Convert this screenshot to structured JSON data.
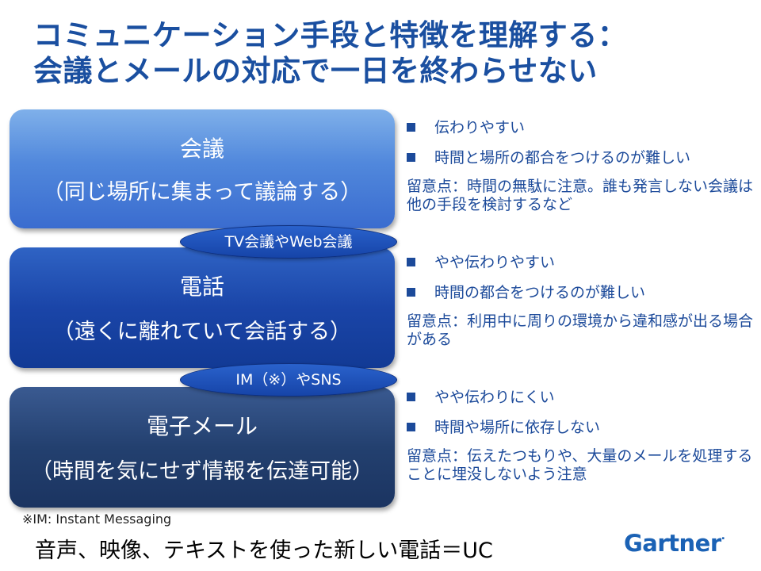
{
  "title": {
    "line1": "コミュニケーション手段と特徴を理解する：",
    "line2": "会議とメールの対応で一日を終わらせない"
  },
  "methods": [
    {
      "name": "会議",
      "desc": "（同じ場所に集まって議論する）",
      "bullets": [
        "伝わりやすい",
        "時間と場所の都合をつけるのが難しい"
      ],
      "note": "留意点：時間の無駄に注意。誰も発言しない会議は他の手段を検討するなど"
    },
    {
      "name": "電話",
      "desc": "（遠くに離れていて会話する）",
      "bullets": [
        "やや伝わりやすい",
        "時間の都合をつけるのが難しい"
      ],
      "note": "留意点：利用中に周りの環境から違和感が出る場合がある"
    },
    {
      "name": "電子メール",
      "desc": "（時間を気にせず情報を伝達可能）",
      "bullets": [
        "やや伝わりにくい",
        "時間や場所に依存しない"
      ],
      "note": "留意点：伝えたつもりや、大量のメールを処理することに埋没しないよう注意"
    }
  ],
  "connectors": [
    "TV会議やWeb会議",
    "IM（※）やSNS"
  ],
  "footnote": "※IM: Instant Messaging",
  "footer": "音声、映像、テキストを使った新しい電話＝UC",
  "logo": "Gartner",
  "colors": {
    "title": "#1a4fa0",
    "notes_text": "#1c4a9a",
    "logo": "#1b62b5"
  }
}
